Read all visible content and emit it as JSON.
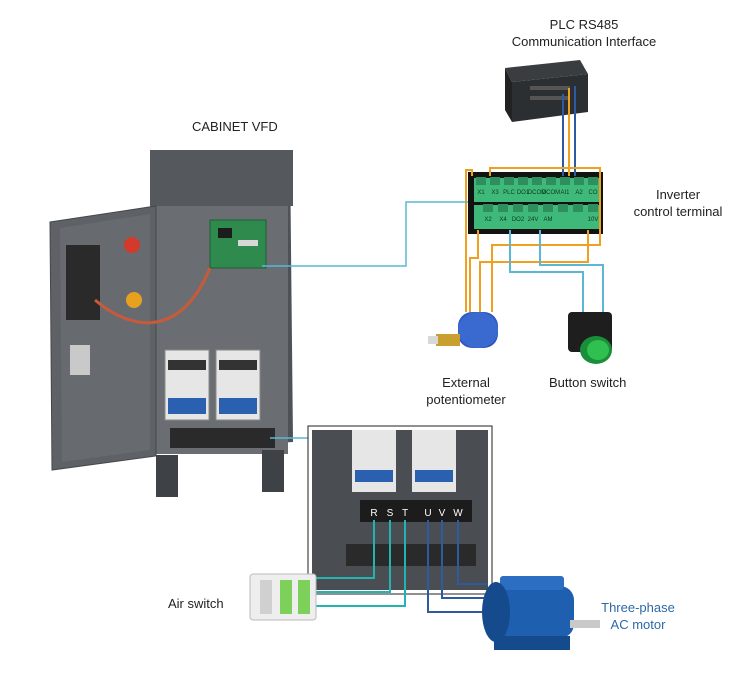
{
  "labels": {
    "plc_line1": "PLC RS485",
    "plc_line2": "Communication Interface",
    "cabinet": "CABINET VFD",
    "inverter_line1": "Inverter",
    "inverter_line2": "control terminal",
    "pot_line1": "External",
    "pot_line2": "potentiometer",
    "button": "Button switch",
    "air_switch": "Air switch",
    "motor_line1": "Three-phase",
    "motor_line2": "AC motor"
  },
  "terminal_top": [
    "X1",
    "X3",
    "PLC",
    "DO1",
    "DCOM",
    "DCOM",
    "AI1",
    "A2",
    "CO"
  ],
  "terminal_bottom": [
    "X2",
    "X4",
    "DO2",
    "24V",
    "AM",
    "",
    "",
    "10V"
  ],
  "power_terminals": [
    "R",
    "S",
    "T",
    "U",
    "V",
    "W"
  ],
  "colors": {
    "wire_orange": "#f0a020",
    "wire_blue": "#2d5aa0",
    "wire_teal": "#22b3b3",
    "wire_cyan": "#5bb6d8",
    "cabinet": "#5b5f64",
    "terminal_green": "#3fb97a",
    "label_blue": "#2d6aa8"
  }
}
